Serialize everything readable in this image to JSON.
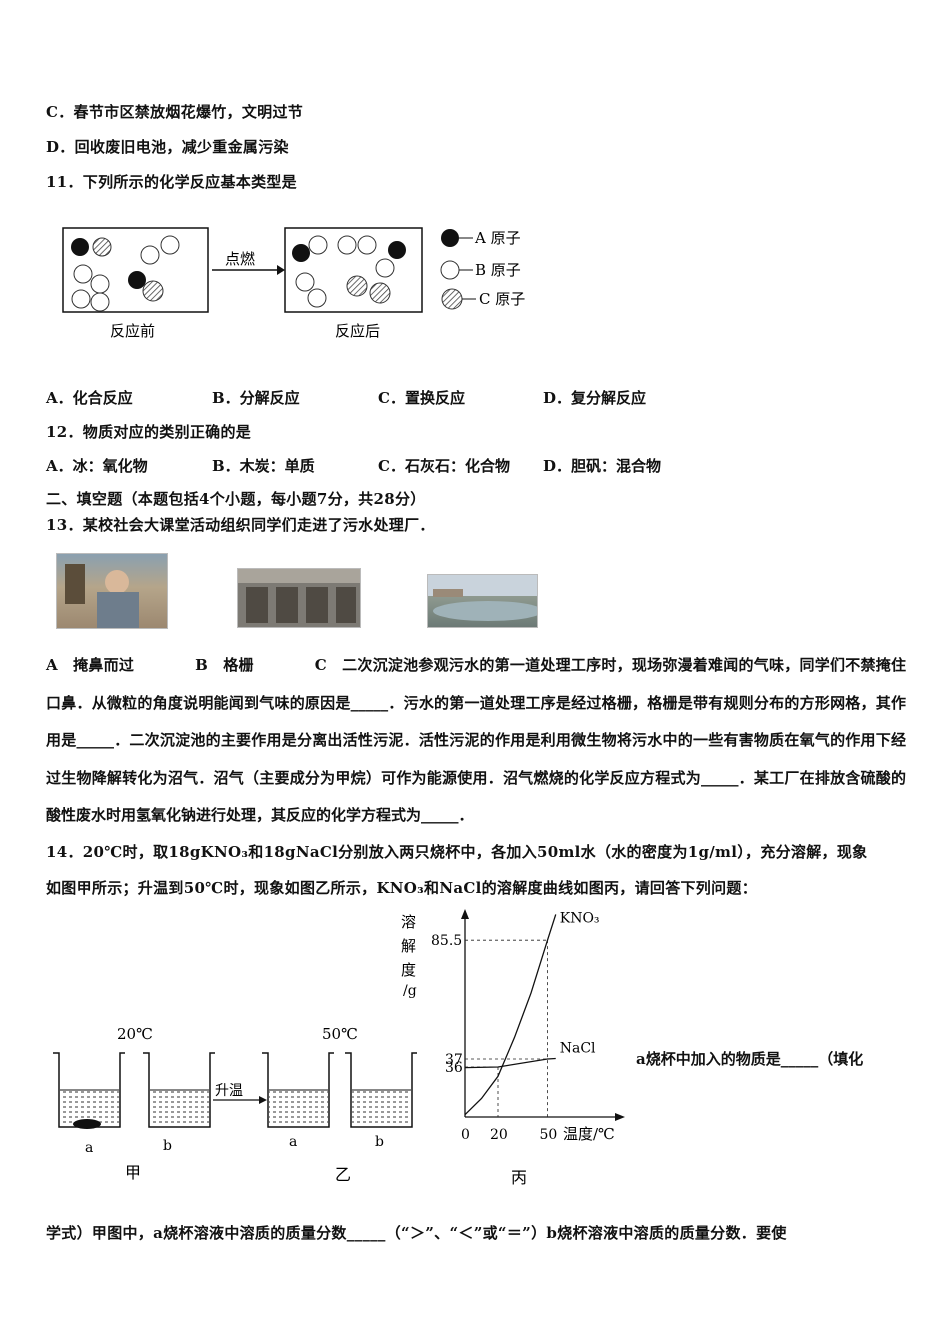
{
  "lines": {
    "c_option": "C．春节市区禁放烟花爆竹，文明过节",
    "d_option": "D．回收废旧电池，减少重金属污染",
    "q11": "11．下列所示的化学反应基本类型是",
    "q12": "12．物质对应的类别正确的是",
    "section2": "二、填空题（本题包括4个小题，每小题7分，共28分）",
    "q13": "13．某校社会大课堂活动组织同学们走进了污水处理厂．",
    "q14_line1": "14．20℃时，取18gKNO₃和18gNaCl分别放入两只烧杯中，各加入50ml水（水的密度为1g/ml），充分溶解，现象",
    "q14_line2": "如图甲所示；升温到50℃时，现象如图乙所示，KNO₃和NaCl的溶解度曲线如图丙，请回答下列问题：",
    "q14_side": "a烧杯中加入的物质是_____（填化",
    "q14_bottom": "学式）甲图中，a烧杯溶液中溶质的质量分数_____（“＞”、“＜”或“＝”）b烧杯溶液中溶质的质量分数．要使"
  },
  "q11_figure": {
    "arrow_label": "点燃",
    "before_label": "反应前",
    "after_label": "反应后",
    "legend": [
      "A 原子",
      "B 原子",
      "C 原子"
    ]
  },
  "q11_options": [
    "A．化合反应",
    "B．分解反应",
    "C．置换反应",
    "D．复分解反应"
  ],
  "q12_options": [
    "A．冰：氧化物",
    "B．木炭：单质",
    "C．石灰石：化合物",
    "D．胆矾：混合物"
  ],
  "q13_text": "A　掩鼻而过　　　　B　格栅　　　　C　二次沉淀池参观污水的第一道处理工序时，现场弥漫着难闻的气味，同学们不禁掩住口鼻．从微粒的角度说明能闻到气味的原因是_____．污水的第一道处理工序是经过格栅，格栅是带有规则分布的方形网格，其作用是_____．二次沉淀池的主要作用是分离出活性污泥．活性污泥的作用是利用微生物将污水中的一些有害物质在氧气的作用下经过生物降解转化为沼气．沼气（主要成分为甲烷）可作为能源使用．沼气燃烧的化学反应方程式为_____．某工厂在排放含硫酸的酸性废水时用氢氧化钠进行处理，其反应的化学方程式为_____．",
  "q14_figure": {
    "temp_20": "20℃",
    "temp_50": "50℃",
    "heat_label": "升温",
    "beaker_a": "a",
    "beaker_b": "b",
    "fig_jia": "甲",
    "fig_yi": "乙",
    "fig_bing": "丙",
    "y_axis_label": [
      "溶",
      "解",
      "度",
      "/g"
    ],
    "x_axis_label": "温度/℃"
  },
  "chart_data": {
    "type": "line",
    "xlabel": "温度/℃",
    "ylabel": "溶解度/g",
    "x_ticks": [
      0,
      20,
      50
    ],
    "y_ticks": [
      36,
      37,
      85.5
    ],
    "series": [
      {
        "name": "KNO₃",
        "x": [
          0,
          10,
          20,
          30,
          40,
          50,
          55
        ],
        "y": [
          13.3,
          21,
          31.6,
          45.8,
          63.9,
          85.5,
          96
        ]
      },
      {
        "name": "NaCl",
        "x": [
          0,
          20,
          50,
          55
        ],
        "y": [
          35.7,
          36,
          37,
          37.2
        ]
      }
    ]
  }
}
